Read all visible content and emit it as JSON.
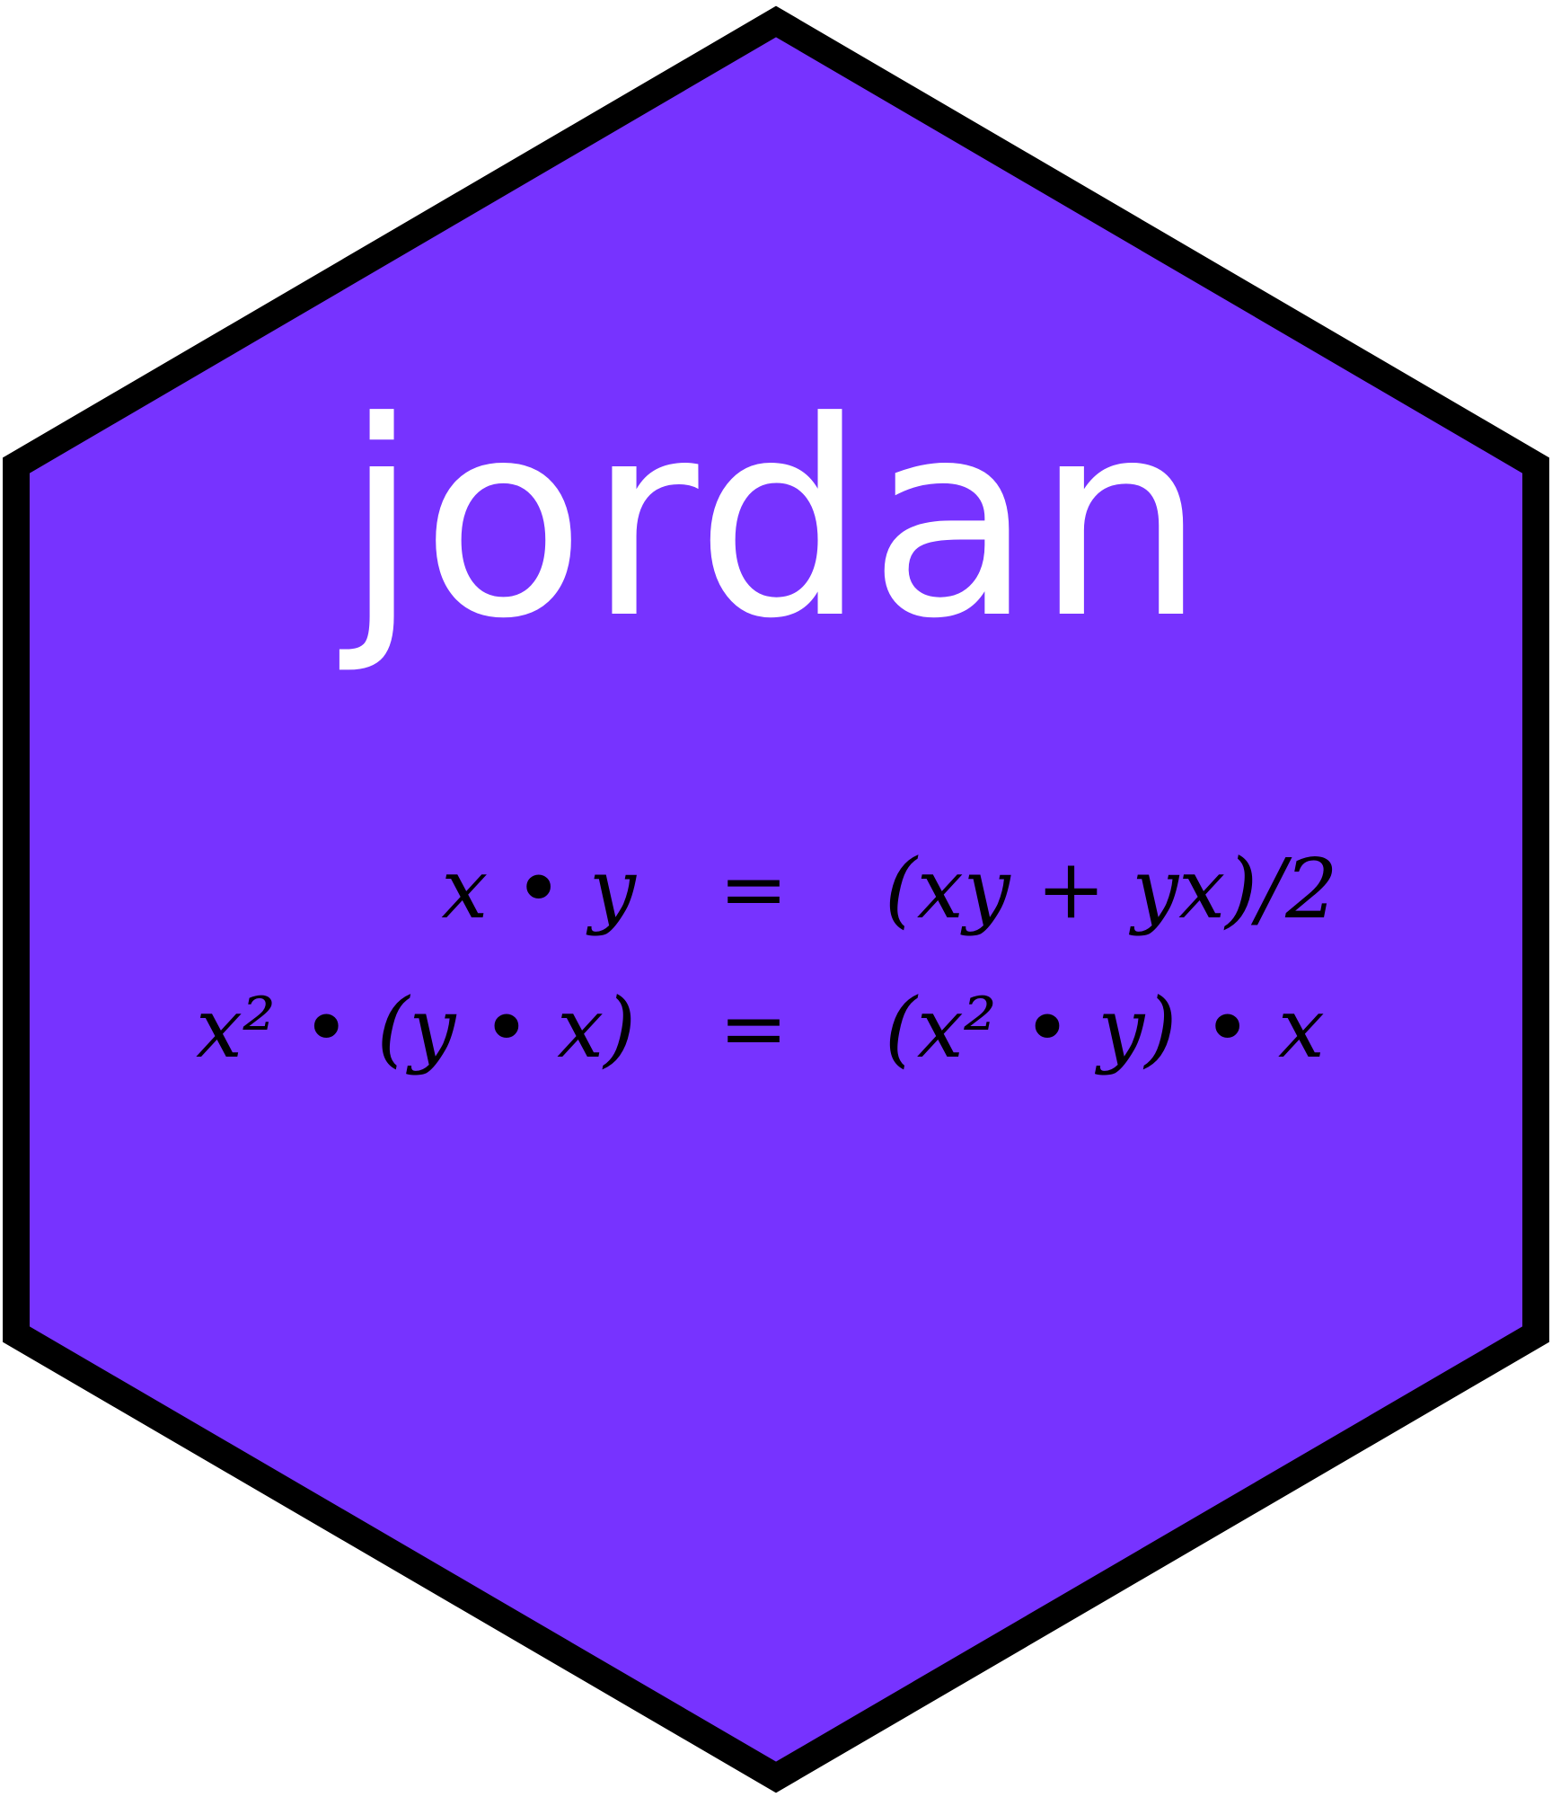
{
  "title": "jordan",
  "equations": [
    {
      "lhs": "x • y",
      "sign": "=",
      "rhs": "(xy + yx)/2"
    },
    {
      "lhs": "x² • (y • x)",
      "sign": "=",
      "rhs": "(x² • y) • x"
    }
  ],
  "colors": {
    "hex_fill": "#7733ff",
    "hex_border": "#000000",
    "title": "#ffffff",
    "equations": "#000000",
    "background": "#ffffff"
  }
}
